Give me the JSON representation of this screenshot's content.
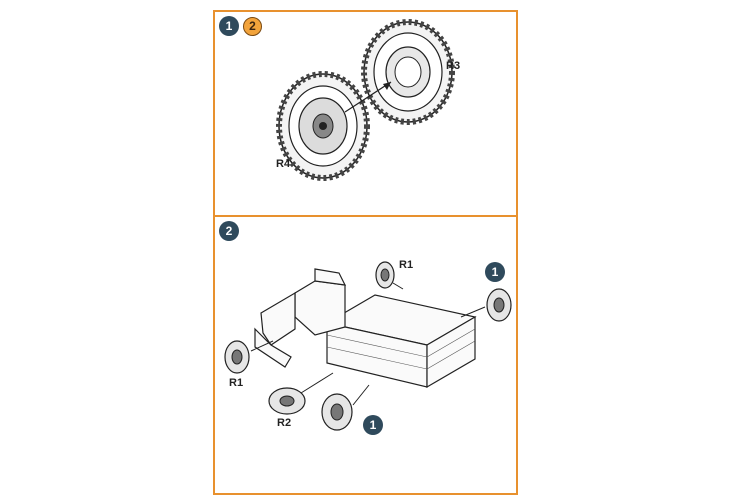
{
  "top_step": {
    "badge_main": "1",
    "badge_sub": "2",
    "label_r3": "R3",
    "label_r4": "R4"
  },
  "bottom_step": {
    "badge_main": "2",
    "badge_ref_upper": "1",
    "badge_ref_lower": "1",
    "label_r1_top": "R1",
    "label_r1_left": "R1",
    "label_r2": "R2"
  },
  "colors": {
    "frame": "#e8912e",
    "badge_dark": "#2f4a5c",
    "badge_orange": "#f2a33b"
  }
}
